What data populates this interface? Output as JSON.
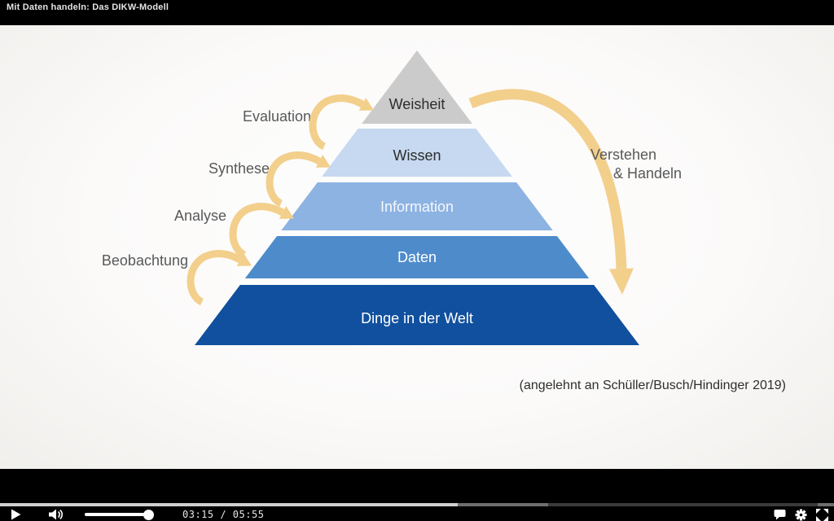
{
  "player": {
    "title": "Mit Daten handeln: Das DIKW-Modell",
    "time_display": "03:15 / 05:55",
    "progress": {
      "played_pct": 54.9,
      "buffered_pct": 10.8,
      "tail_pct": 2.0
    },
    "volume_pct": 90,
    "icons": {
      "left": [
        "play-icon",
        "volume-icon"
      ],
      "right": [
        "captions-icon",
        "settings-gear-icon",
        "fullscreen-icon"
      ]
    }
  },
  "slide": {
    "pyramid": {
      "layers": [
        {
          "label": "Weisheit",
          "color": "#cbcbcb",
          "text_color": "#2d2d2d"
        },
        {
          "label": "Wissen",
          "color": "#c6d9f0",
          "text_color": "#2d2d2d"
        },
        {
          "label": "Information",
          "color": "#8db3e2",
          "text_color": "#f5f8fc"
        },
        {
          "label": "Daten",
          "color": "#4e8bcb",
          "text_color": "#ffffff"
        },
        {
          "label": "Dinge in der Welt",
          "color": "#10509e",
          "text_color": "#ffffff"
        }
      ]
    },
    "process_steps": [
      {
        "label": "Evaluation"
      },
      {
        "label": "Synthese"
      },
      {
        "label": "Analyse"
      },
      {
        "label": "Beobachtung"
      }
    ],
    "right_label": {
      "line1": "Verstehen",
      "line2": "& Handeln"
    },
    "attribution": "(angelehnt an Schüller/Busch/Hindinger 2019)",
    "colors": {
      "arrow": "#f3cf8c",
      "side_text": "#595959",
      "attribution_text": "#2e2e2e"
    }
  }
}
